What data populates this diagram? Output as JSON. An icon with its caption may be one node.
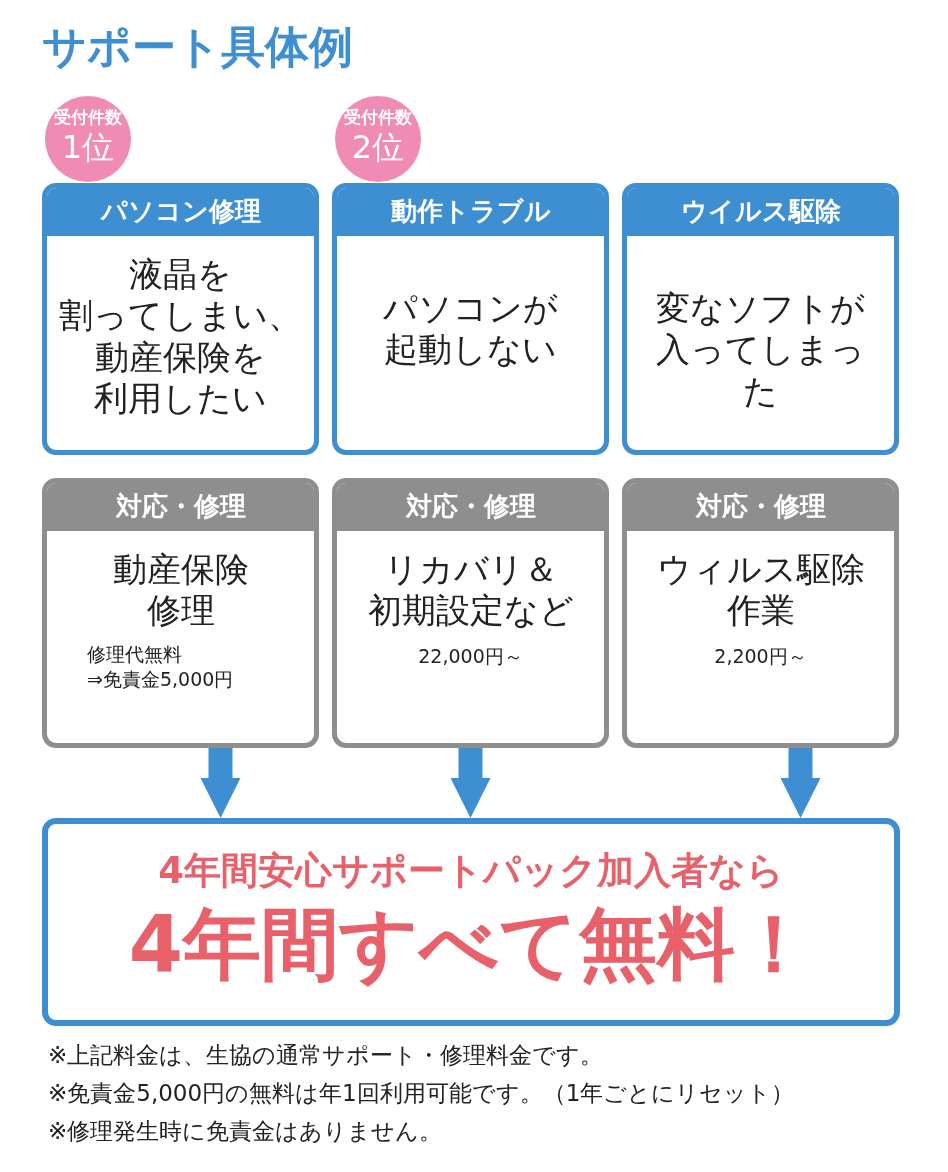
{
  "diagram": {
    "title": "サポート具体例",
    "nodes": [
      {
        "text": [
          "受付件数",
          "1位"
        ]
      },
      {
        "text": [
          "受付件数",
          "2位"
        ]
      },
      {
        "text": [
          "パソコン修理",
          "液晶を割ってしまい、動産保険を利用したい"
        ]
      },
      {
        "text": [
          "動作トラブル",
          "パソコンが起動しない"
        ]
      },
      {
        "text": [
          "ウイルス駆除",
          "変なソフトが入ってしまった"
        ]
      },
      {
        "text": [
          "対応・修理",
          "動産保険修理",
          "修理代無料⇒免責金5,000円"
        ]
      },
      {
        "text": [
          "対応・修理",
          "リカバリ＆初期設定など",
          "22,000円～"
        ]
      },
      {
        "text": [
          "対応・修理",
          "ウィルス駆除作業",
          "2,200円～"
        ]
      },
      {
        "text": [
          "4年間安心サポートパック加入者なら",
          "4年間すべて無料！"
        ]
      }
    ],
    "edges": [
      {
        "from": 5,
        "to": 8,
        "arrow": "to"
      },
      {
        "from": 6,
        "to": 8,
        "arrow": "to"
      },
      {
        "from": 7,
        "to": 8,
        "arrow": "to"
      }
    ],
    "labels": [
      "※上記料金は、生協の通常サポート・修理料金です。",
      "※免責金5,000円の無料は年1回利用可能です。（1年ごとにリセット）",
      "※修理発生時に免責金はありません。"
    ]
  }
}
